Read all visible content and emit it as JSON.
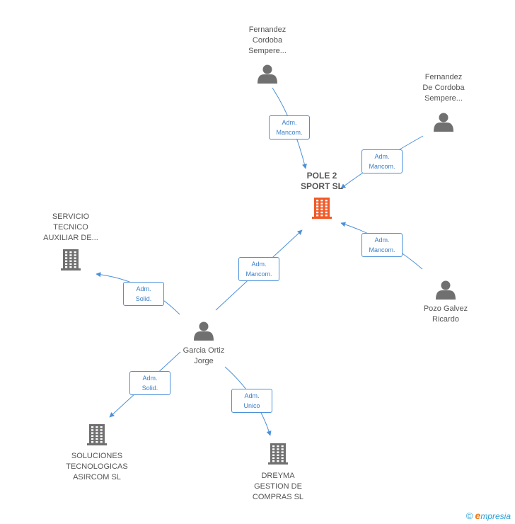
{
  "colors": {
    "edge": "#4a90d9",
    "person": "#707070",
    "company": "#707070",
    "focus_company": "#f05a28"
  },
  "nodes": [
    {
      "id": "pole2",
      "type": "company",
      "focus": true,
      "lines": [
        "POLE 2",
        "SPORT SL"
      ],
      "icon": "building-icon"
    },
    {
      "id": "fcs1",
      "type": "person",
      "lines": [
        "Fernandez",
        "Cordoba",
        "Sempere..."
      ],
      "icon": "person-icon"
    },
    {
      "id": "fcs2",
      "type": "person",
      "lines": [
        "Fernandez",
        "De Cordoba",
        "Sempere..."
      ],
      "icon": "person-icon"
    },
    {
      "id": "pozo",
      "type": "person",
      "lines": [
        "Pozo Galvez",
        "Ricardo"
      ],
      "icon": "person-icon"
    },
    {
      "id": "garcia",
      "type": "person",
      "lines": [
        "Garcia Ortiz",
        "Jorge"
      ],
      "icon": "person-icon"
    },
    {
      "id": "servicio",
      "type": "company",
      "lines": [
        "SERVICIO",
        "TECNICO",
        "AUXILIAR DE..."
      ],
      "icon": "building-icon"
    },
    {
      "id": "soluciones",
      "type": "company",
      "lines": [
        "SOLUCIONES",
        "TECNOLOGICAS",
        "ASIRCOM SL"
      ],
      "icon": "building-icon"
    },
    {
      "id": "dreyma",
      "type": "company",
      "lines": [
        "DREYMA",
        "GESTION DE",
        "COMPRAS SL"
      ],
      "icon": "building-icon"
    }
  ],
  "edges": [
    {
      "from": "fcs1",
      "to": "pole2",
      "label": [
        "Adm.",
        "Mancom."
      ]
    },
    {
      "from": "fcs2",
      "to": "pole2",
      "label": [
        "Adm.",
        "Mancom."
      ]
    },
    {
      "from": "pozo",
      "to": "pole2",
      "label": [
        "Adm.",
        "Mancom."
      ]
    },
    {
      "from": "garcia",
      "to": "pole2",
      "label": [
        "Adm.",
        "Mancom."
      ]
    },
    {
      "from": "garcia",
      "to": "servicio",
      "label": [
        "Adm.",
        "Solid."
      ]
    },
    {
      "from": "garcia",
      "to": "soluciones",
      "label": [
        "Adm.",
        "Solid."
      ]
    },
    {
      "from": "garcia",
      "to": "dreyma",
      "label": [
        "Adm.",
        "Unico"
      ]
    }
  ],
  "footer": {
    "copyright": "©",
    "brand_first": "e",
    "brand_rest": "mpresia"
  }
}
